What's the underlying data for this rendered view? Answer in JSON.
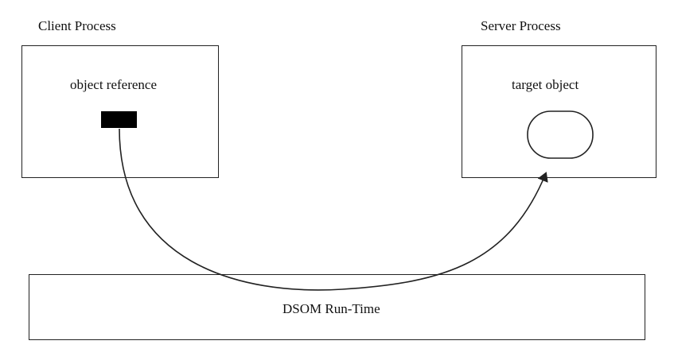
{
  "client": {
    "title": "Client Process",
    "label": "object reference"
  },
  "server": {
    "title": "Server Process",
    "label": "target object"
  },
  "runtime": {
    "label": "DSOM Run-Time"
  },
  "colors": {
    "line": "#222222",
    "background": "#ffffff",
    "text": "#111111"
  }
}
